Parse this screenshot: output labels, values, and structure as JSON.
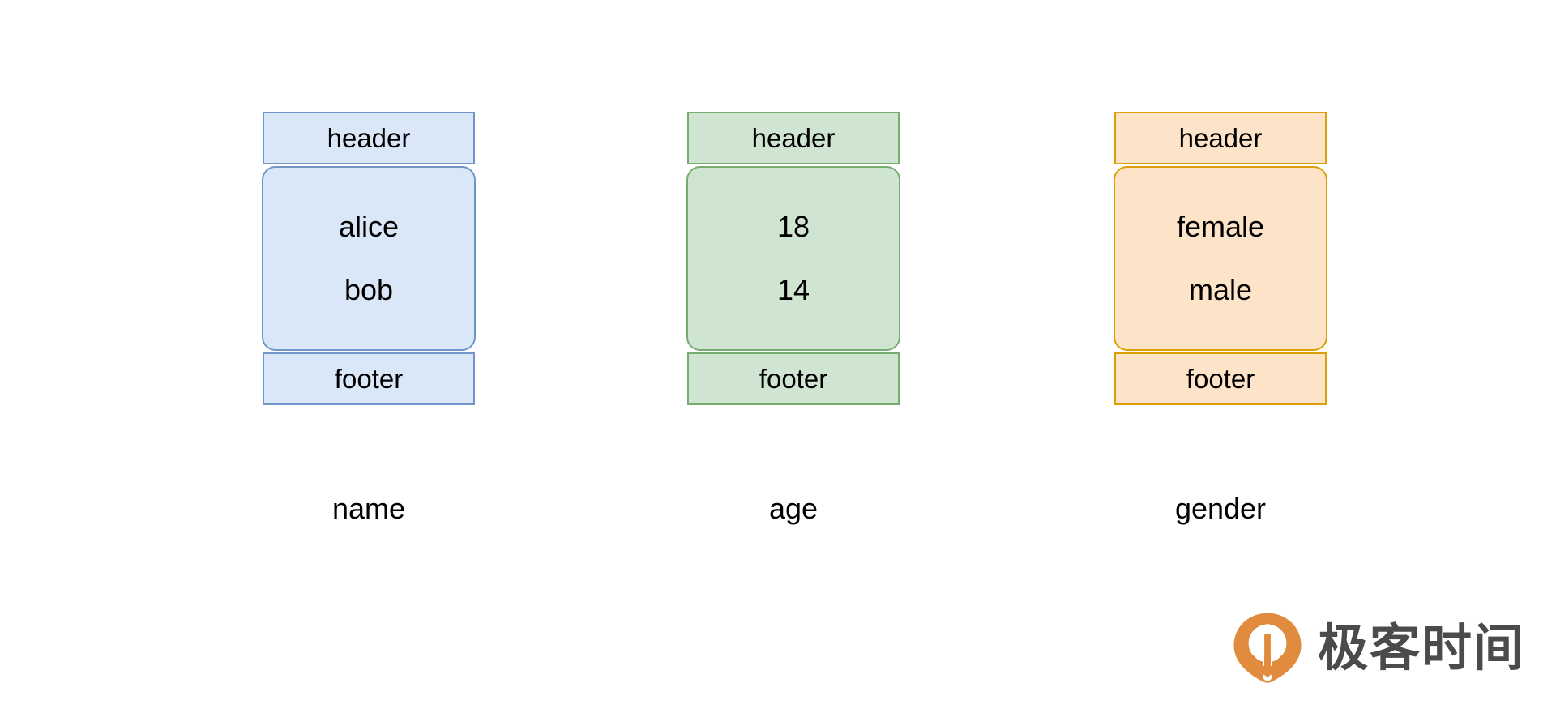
{
  "diagram": {
    "title": "columnar-storage-columns",
    "columns": [
      {
        "id": "name",
        "caption": "name",
        "header_label": "header",
        "footer_label": "footer",
        "values": [
          "alice",
          "bob"
        ],
        "fill_color": "#dae7f9",
        "border_color": "#7096c8"
      },
      {
        "id": "age",
        "caption": "age",
        "header_label": "header",
        "footer_label": "footer",
        "values": [
          "18",
          "14"
        ],
        "fill_color": "#d0e5d1",
        "border_color": "#76ac70"
      },
      {
        "id": "gender",
        "caption": "gender",
        "header_label": "header",
        "footer_label": "footer",
        "values": [
          "female",
          "male"
        ],
        "fill_color": "#fde4c9",
        "border_color": "#dc9f05"
      }
    ]
  },
  "watermark": {
    "text": "极客时间",
    "logo_color": "#e08b3e",
    "text_color": "#4b4b4b"
  }
}
